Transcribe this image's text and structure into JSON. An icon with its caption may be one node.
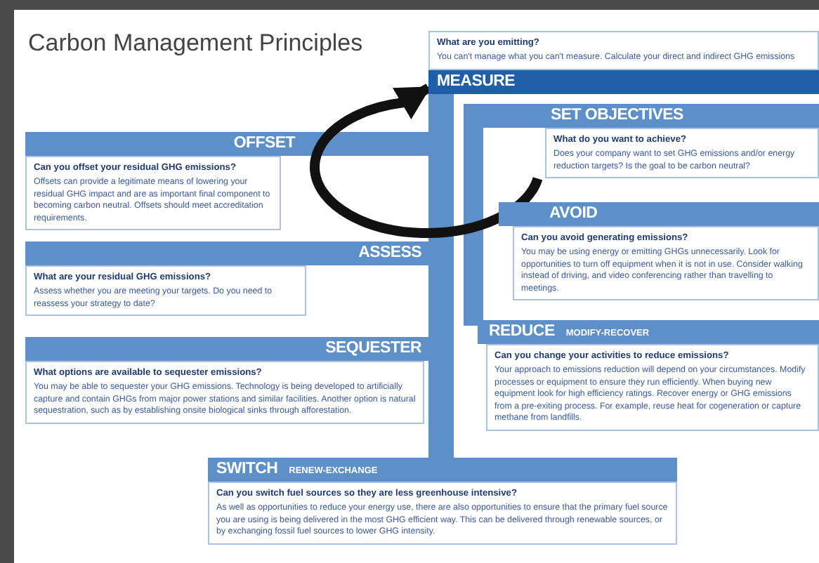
{
  "diagram": {
    "title": "Carbon Management Principles",
    "nodes": [
      {
        "text": [
          "What are you emitting?",
          "You can't manage what you can't measure. Calculate your direct and indirect GHG emissions",
          "MEASURE"
        ]
      },
      {
        "text": [
          "SET OBJECTIVES",
          "What do you want to achieve?",
          "Does your company want to set GHG emissions and/or energy reduction targets? Is the goal to be carbon neutral?"
        ]
      },
      {
        "text": [
          "AVOID",
          "Can you avoid generating emissions?",
          "You may be using energy or emitting GHGs unnecessarily. Look for opportunities to turn off equipment when it is not in use. Consider walking instead of driving, and video conferencing rather than travelling to meetings."
        ]
      },
      {
        "text": [
          "REDUCE",
          "MODIFY-RECOVER",
          "Can you change your activities to reduce emissions?",
          "Your approach to emissions reduction will depend on your circumstances. Modify processes or equipment to ensure they run efficiently. When buying new equipment look for high efficiency ratings. Recover energy or GHG emissions from a pre-exiting process. For example, reuse heat for cogeneration or capture methane from landfills."
        ]
      },
      {
        "text": [
          "SWITCH",
          "RENEW-EXCHANGE",
          "Can you switch fuel sources so they are less greenhouse intensive?",
          "As well as opportunities to reduce your energy use, there are also opportunities to ensure that the primary fuel source you are using is being delivered in the most GHG efficient way. This can be delivered through renewable sources, or by exchanging fossil fuel sources to lower GHG intensity."
        ]
      },
      {
        "text": [
          "SEQUESTER",
          "What options are available to sequester emissions?",
          "You may be able to sequester your GHG emissions. Technology is being developed to artificially capture and contain GHGs from major power stations and similar facilities. Another option is natural sequestration, such as by establishing onsite biological sinks through afforestation."
        ]
      },
      {
        "text": [
          "ASSESS",
          "What are your residual GHG emissions?",
          "Assess whether you are meeting your targets. Do you need to reassess your strategy to date?"
        ]
      },
      {
        "text": [
          "OFFSET",
          "Can you offset your residual GHG emissions?",
          "Offsets can provide a legitimate means of lowering your residual GHG impact and are as important final component to becoming carbon neutral. Offsets should meet accreditation requirements."
        ]
      }
    ],
    "edges": [
      {
        "from": 1,
        "to": 0,
        "arrow": "to"
      }
    ]
  }
}
